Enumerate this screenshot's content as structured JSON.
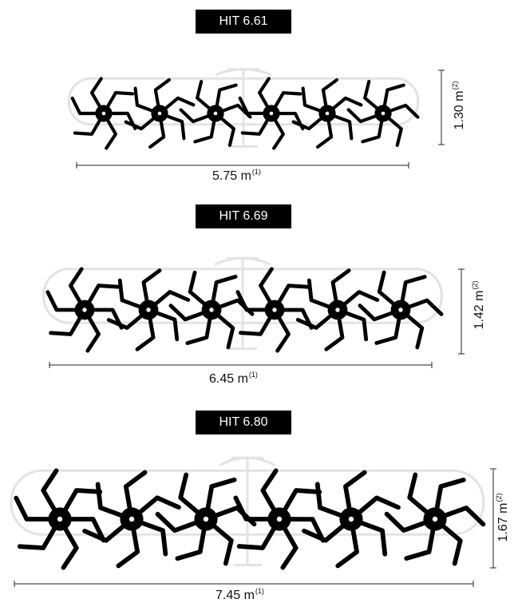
{
  "sections": [
    {
      "model": "HIT 6.61",
      "width_label": "5.75 m",
      "width_note": "(1)",
      "height_label": "1.30 m",
      "height_note": "(2)",
      "rotors": 6
    },
    {
      "model": "HIT 6.69",
      "width_label": "6.45 m",
      "width_note": "(1)",
      "height_label": "1.42 m",
      "height_note": "(2)",
      "rotors": 6
    },
    {
      "model": "HIT 6.80",
      "width_label": "7.45 m",
      "width_note": "(1)",
      "height_label": "1.67 m",
      "height_note": "(2)",
      "rotors": 6
    }
  ],
  "colors": {
    "ink": "#000000",
    "ghost": "#e3e3e3",
    "line": "#222222"
  }
}
